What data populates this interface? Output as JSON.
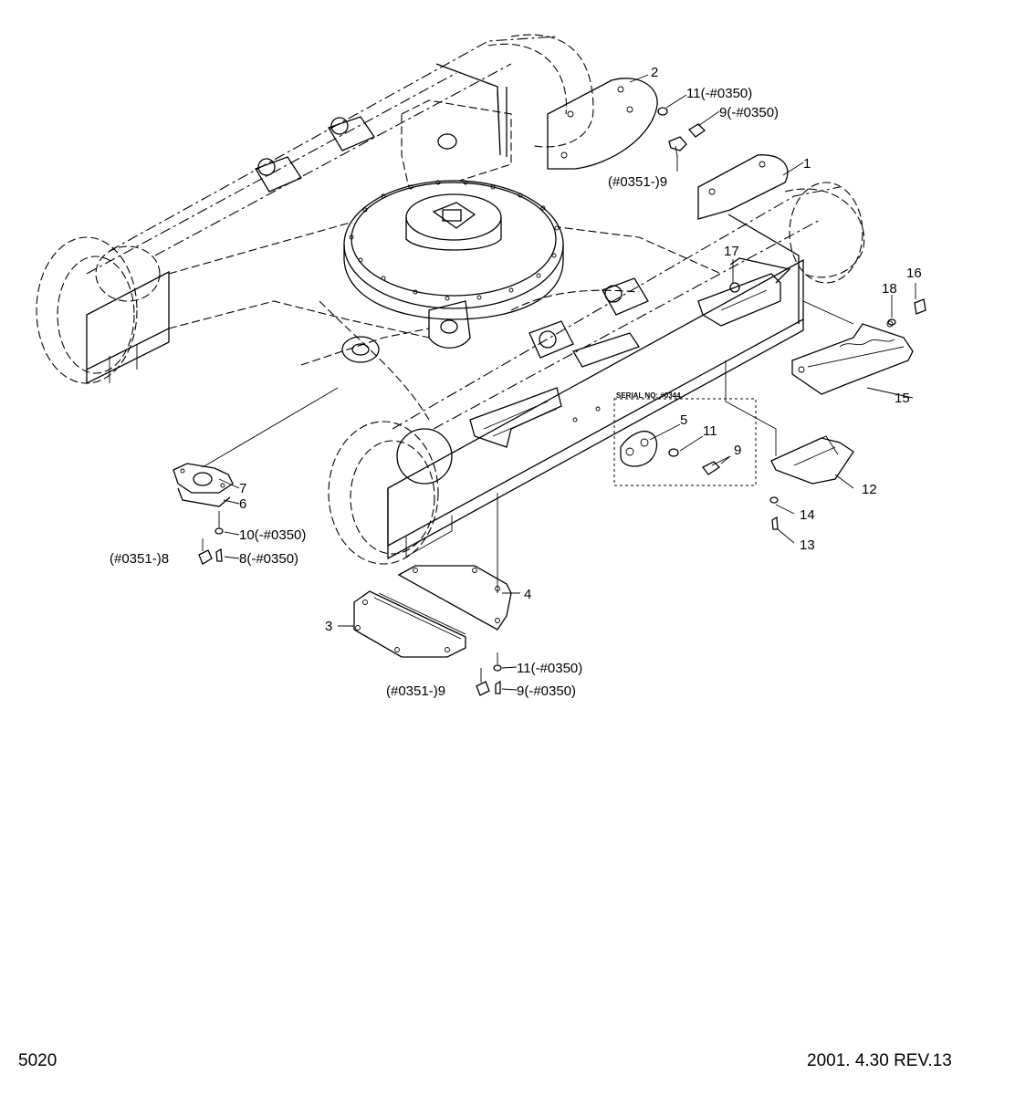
{
  "footer": {
    "page_number": "5020",
    "revision": "2001. 4.30  REV.13"
  },
  "callouts": {
    "c1": "1",
    "c2": "2",
    "c3": "3",
    "c4": "4",
    "c5": "5",
    "c6": "6",
    "c7": "7",
    "c8a": "(#0351-)8",
    "c8b": "8(-#0350)",
    "c9a": "9(-#0350)",
    "c9b": "(#0351-)9",
    "c9c": "9",
    "c9d": "(#0351-)9",
    "c9e": "9(-#0350)",
    "c10": "10(-#0350)",
    "c11a": "11(-#0350)",
    "c11b": "11",
    "c11c": "11(-#0350)",
    "c12": "12",
    "c13": "13",
    "c14": "14",
    "c15": "15",
    "c16": "16",
    "c17": "17",
    "c18": "18",
    "serial": "SERIAL NO: #0344"
  }
}
